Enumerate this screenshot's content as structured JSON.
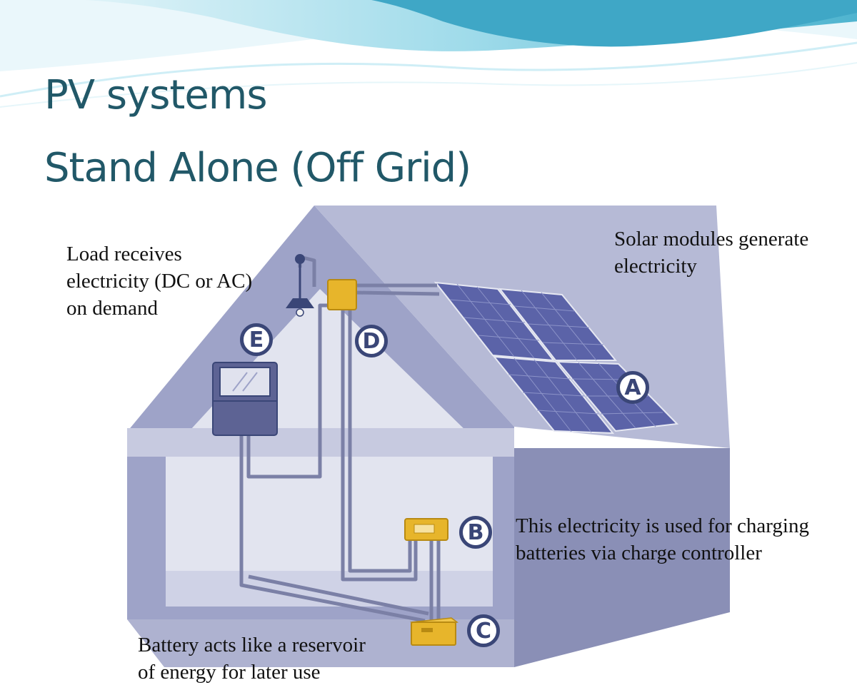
{
  "slide": {
    "title_line_1": "PV systems",
    "title_line_2": "Stand Alone (Off Grid)"
  },
  "captions": {
    "load": [
      "Load receives",
      "electricity (DC or AC)",
      "on demand"
    ],
    "modules": [
      "Solar modules generate",
      "electricity"
    ],
    "charging": [
      "This electricity is used for charging",
      "batteries via charge controller"
    ],
    "battery": [
      "Battery acts like a reservoir",
      "of energy for later use"
    ]
  },
  "labels": {
    "solar_modules": "A",
    "charge_controller": "B",
    "battery": "C",
    "junction_box": "D",
    "load": "E"
  },
  "colors": {
    "title": "#215868",
    "house_wall": "#9ea3c8",
    "house_side": "#8a8fb6",
    "house_interior": "#e2e4ef",
    "solar_panel": "#5b63a8",
    "component_yellow": "#e7b52b",
    "cable": "#7b80a6",
    "badge_ring": "#3a4677",
    "wave": "#6fc3d8"
  }
}
